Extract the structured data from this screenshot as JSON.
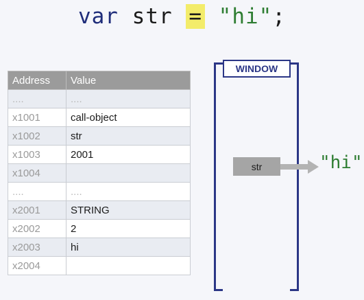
{
  "code": {
    "keyword": "var",
    "identifier": "str",
    "operator": "=",
    "string_literal": "\"hi\"",
    "terminator": ";"
  },
  "memory_table": {
    "headers": {
      "address": "Address",
      "value": "Value"
    },
    "rows": [
      {
        "address": "....",
        "value": "....",
        "dim": true
      },
      {
        "address": "x1001",
        "value": "call-object"
      },
      {
        "address": "x1002",
        "value": "str"
      },
      {
        "address": "x1003",
        "value": "2001"
      },
      {
        "address": "x1004",
        "value": ""
      },
      {
        "address": "....",
        "value": "....",
        "dim": true
      },
      {
        "address": "x2001",
        "value": "STRING"
      },
      {
        "address": "x2002",
        "value": "2"
      },
      {
        "address": "x2003",
        "value": "hi"
      },
      {
        "address": "x2004",
        "value": ""
      }
    ]
  },
  "window": {
    "label": "WINDOW",
    "variable_name": "str",
    "value_display": "\"hi\""
  },
  "colors": {
    "accent_navy": "#2b3686",
    "keyword": "#1f2d7a",
    "string": "#2e7d32",
    "highlight": "#f3ec6a",
    "table_header": "#9b9b9b",
    "arrow": "#b3b3b3"
  }
}
